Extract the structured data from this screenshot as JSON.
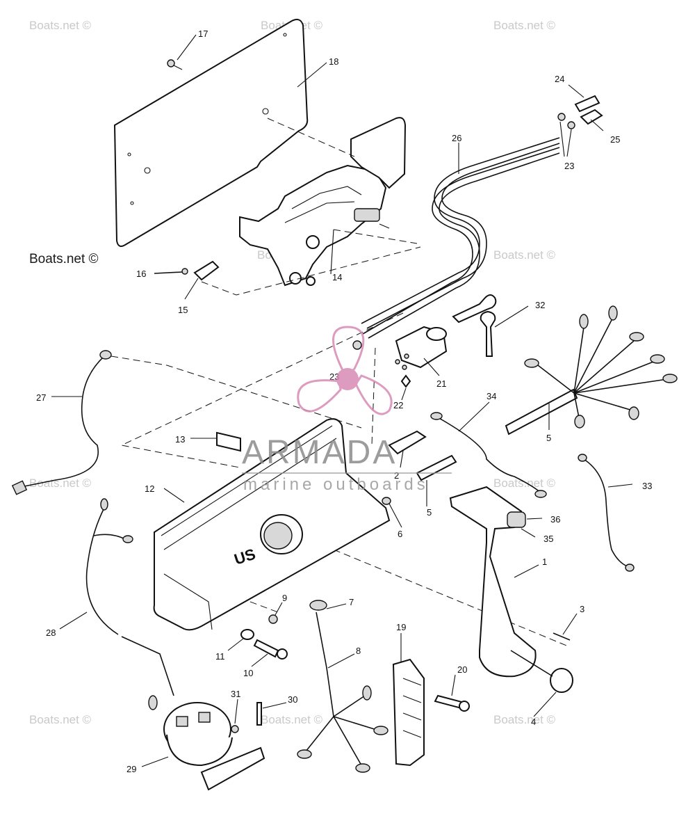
{
  "diagram": {
    "callouts": [
      {
        "id": "c17",
        "text": "17"
      },
      {
        "id": "c18",
        "text": "18"
      },
      {
        "id": "c24",
        "text": "24"
      },
      {
        "id": "c25",
        "text": "25"
      },
      {
        "id": "c23a",
        "text": "23"
      },
      {
        "id": "c26",
        "text": "26"
      },
      {
        "id": "c16",
        "text": "16"
      },
      {
        "id": "c15",
        "text": "15"
      },
      {
        "id": "c14",
        "text": "14"
      },
      {
        "id": "c32",
        "text": "32"
      },
      {
        "id": "c21",
        "text": "21"
      },
      {
        "id": "c23b",
        "text": "23"
      },
      {
        "id": "c22",
        "text": "22"
      },
      {
        "id": "c27",
        "text": "27"
      },
      {
        "id": "c34",
        "text": "34"
      },
      {
        "id": "c5a",
        "text": "5"
      },
      {
        "id": "c13",
        "text": "13"
      },
      {
        "id": "c2",
        "text": "2"
      },
      {
        "id": "c33",
        "text": "33"
      },
      {
        "id": "c12",
        "text": "12"
      },
      {
        "id": "c5b",
        "text": "5"
      },
      {
        "id": "c36",
        "text": "36"
      },
      {
        "id": "c6",
        "text": "6"
      },
      {
        "id": "c35",
        "text": "35"
      },
      {
        "id": "c1",
        "text": "1"
      },
      {
        "id": "c9",
        "text": "9"
      },
      {
        "id": "c7",
        "text": "7"
      },
      {
        "id": "c3",
        "text": "3"
      },
      {
        "id": "c28",
        "text": "28"
      },
      {
        "id": "c19",
        "text": "19"
      },
      {
        "id": "c11",
        "text": "11"
      },
      {
        "id": "c8",
        "text": "8"
      },
      {
        "id": "c10",
        "text": "10"
      },
      {
        "id": "c20",
        "text": "20"
      },
      {
        "id": "c31",
        "text": "31"
      },
      {
        "id": "c30",
        "text": "30"
      },
      {
        "id": "c4",
        "text": "4"
      },
      {
        "id": "c29",
        "text": "29"
      }
    ],
    "box_lettering": "US"
  },
  "watermarks": {
    "boats_net": "Boats.net ©"
  },
  "logo": {
    "name": "ARMADA",
    "tagline": "marine outboards",
    "accent_color": "#d88ab5"
  }
}
